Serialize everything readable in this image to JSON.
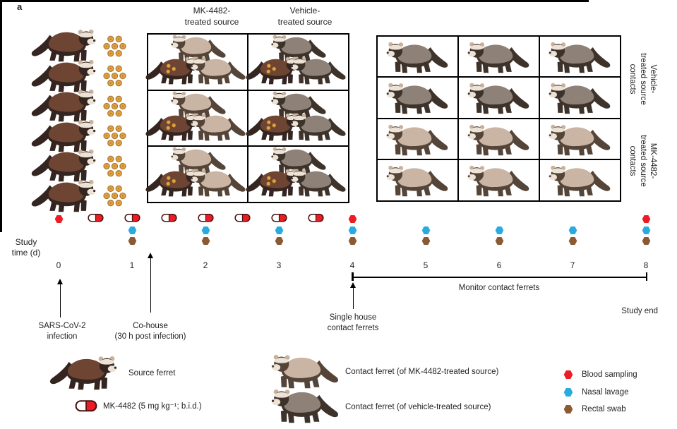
{
  "panel_label": "a",
  "colors": {
    "red": "#ed1c24",
    "blue": "#29abe2",
    "brown": "#8a5a33",
    "capsule_outline": "#4a120e",
    "virus_fill": "#e2a23f",
    "virus_ring": "#a9742e",
    "source_body": "#6e4533",
    "source_dark": "#352520",
    "mk_contact_body": "#cab4a4",
    "mk_contact_dark": "#554538",
    "vehicle_contact_body": "#8d8178",
    "vehicle_contact_dark": "#3e332b",
    "ear": "#c9b19c",
    "face": "#ece3d6"
  },
  "source_group": {
    "count": 6,
    "virus_particles_per_cluster": 7
  },
  "cohouse": {
    "rows": 3,
    "columns": [
      {
        "label": "MK-4482-\ntreated source",
        "contact": "mk"
      },
      {
        "label": "Vehicle-\ntreated source",
        "contact": "vehicle"
      }
    ]
  },
  "contact_grid": {
    "cols": 3,
    "rows": [
      {
        "type": "vehicle"
      },
      {
        "type": "vehicle"
      },
      {
        "type": "mk"
      },
      {
        "type": "mk"
      }
    ],
    "labels": [
      {
        "text": "Vehicle-\ntreated source\ncontacts"
      },
      {
        "text": "MK-4482-\ntreated source\ncontacts"
      }
    ]
  },
  "timeline": {
    "axis_label": "Study\ntime (d)",
    "days": [
      0,
      1,
      2,
      3,
      4,
      5,
      6,
      7,
      8
    ],
    "blood_days": [
      0,
      4,
      8
    ],
    "capsule_days": [
      0.5,
      1,
      1.5,
      2,
      2.5,
      3,
      3.5
    ],
    "nasal_days": [
      1,
      2,
      3,
      4,
      5,
      6,
      7,
      8
    ],
    "rectal_days": [
      1,
      2,
      3,
      4,
      5,
      6,
      7,
      8
    ]
  },
  "annotations": {
    "infection": "SARS-CoV-2\ninfection",
    "cohouse": "Co-house\n(30 h post infection)",
    "single_house": "Single house\ncontact ferrets",
    "monitor": "Monitor contact ferrets",
    "study_end": "Study end"
  },
  "legend": {
    "source_ferret": "Source ferret",
    "mk4482": "MK-4482 (5 mg kg⁻¹; b.i.d.)",
    "contact_mk": "Contact ferret (of MK-4482-treated source)",
    "contact_vehicle": "Contact ferret (of vehicle-treated source)",
    "blood": "Blood sampling",
    "nasal": "Nasal lavage",
    "rectal": "Rectal swab"
  }
}
